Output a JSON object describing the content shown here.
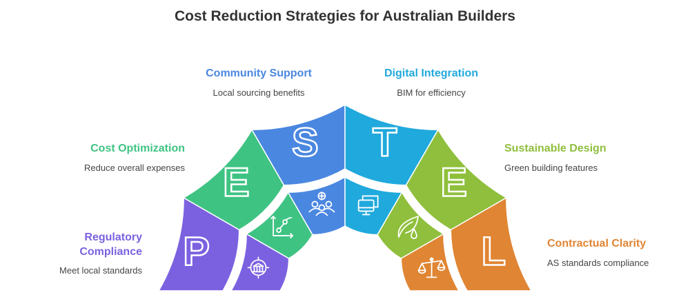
{
  "title": "Cost Reduction Strategies for Australian Builders",
  "segments": [
    {
      "letter": "P",
      "label": "Regulatory Compliance",
      "label_lines": [
        "Regulatory",
        "Compliance"
      ],
      "description": "Meet local standards",
      "color": "#7b61e0",
      "icon": "government-building-icon"
    },
    {
      "letter": "E",
      "label": "Cost Optimization",
      "description": "Reduce overall expenses",
      "color": "#3fc383",
      "icon": "growth-chart-icon"
    },
    {
      "letter": "S",
      "label": "Community Support",
      "description": "Local sourcing benefits",
      "color": "#4a87e0",
      "icon": "community-people-icon"
    },
    {
      "letter": "T",
      "label": "Digital Integration",
      "description": "BIM for efficiency",
      "color": "#20a9dc",
      "icon": "monitors-icon"
    },
    {
      "letter": "E",
      "label": "Sustainable Design",
      "description": "Green building features",
      "color": "#8fbf3c",
      "icon": "leaf-drop-icon"
    },
    {
      "letter": "L",
      "label": "Contractual Clarity",
      "description": "AS standards compliance",
      "color": "#e08533",
      "icon": "scales-icon"
    }
  ]
}
